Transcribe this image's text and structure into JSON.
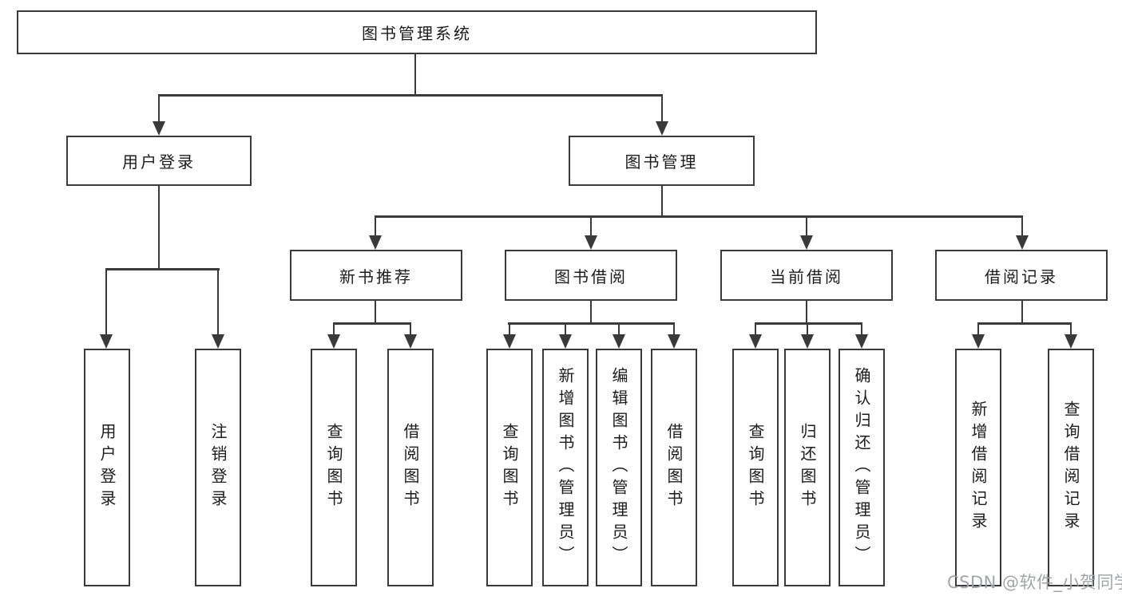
{
  "colors": {
    "background": "#ffffff",
    "line": "#3a3a3a",
    "box_border": "#3a3a3a",
    "text": "#1c1c1c",
    "watermark": "#a2a4a8"
  },
  "watermark": {
    "text": "CSDN @软件_小贺同学"
  },
  "tree": {
    "label": "图书管理系统",
    "children": [
      {
        "label": "用户登录",
        "children": [
          {
            "label": "用户登录"
          },
          {
            "label": "注销登录"
          }
        ]
      },
      {
        "label": "图书管理",
        "children": [
          {
            "label": "新书推荐",
            "children": [
              {
                "label": "查询图书"
              },
              {
                "label": "借阅图书"
              }
            ]
          },
          {
            "label": "图书借阅",
            "children": [
              {
                "label": "查询图书"
              },
              {
                "label": "新增图书（管理员）"
              },
              {
                "label": "编辑图书（管理员）"
              },
              {
                "label": "借阅图书"
              }
            ]
          },
          {
            "label": "当前借阅",
            "children": [
              {
                "label": "查询图书"
              },
              {
                "label": "归还图书"
              },
              {
                "label": "确认归还（管理员）"
              }
            ]
          },
          {
            "label": "借阅记录",
            "children": [
              {
                "label": "新增借阅记录"
              },
              {
                "label": "查询借阅记录"
              }
            ]
          }
        ]
      }
    ]
  }
}
